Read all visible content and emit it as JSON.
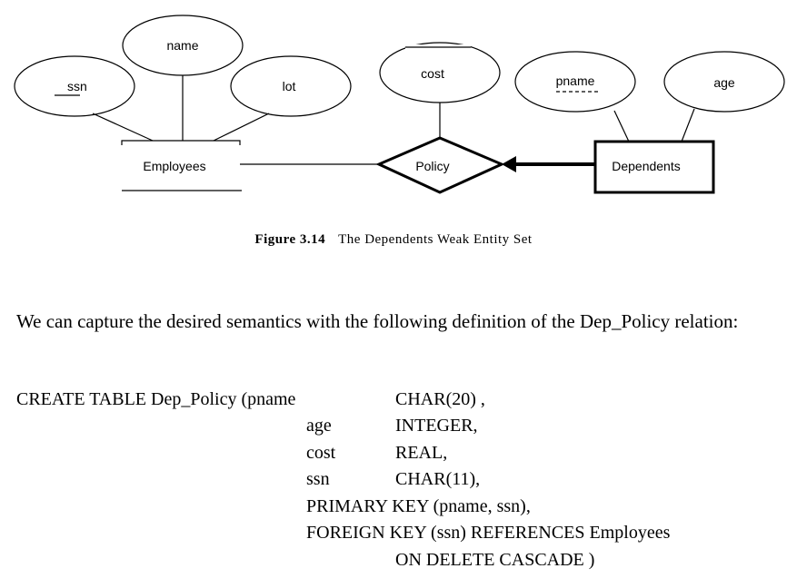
{
  "diagram": {
    "entities": [
      "Employees",
      "Dependents"
    ],
    "relationship": "Policy",
    "attributes": {
      "ssn": "ssn",
      "name": "name",
      "lot": "lot",
      "cost": "cost",
      "pname": "pname",
      "age": "age"
    }
  },
  "caption": {
    "label": "Figure 3.14",
    "text": "The Dependents Weak Entity Set"
  },
  "paragraph": "We can capture the desired semantics with the following definition of the Dep_Policy relation:",
  "code": {
    "l1a": "CREATE TABLE Dep_Policy (pname",
    "l1b": "CHAR(20) ,",
    "l2a": "age",
    "l2b": "INTEGER,",
    "l3a": "cost",
    "l3b": "REAL,",
    "l4a": "ssn",
    "l4b": "CHAR(11),",
    "l5": "PRIMARY KEY (pname, ssn),",
    "l6": "FOREIGN KEY (ssn) REFERENCES Employees",
    "l7": "ON DELETE CASCADE )"
  }
}
